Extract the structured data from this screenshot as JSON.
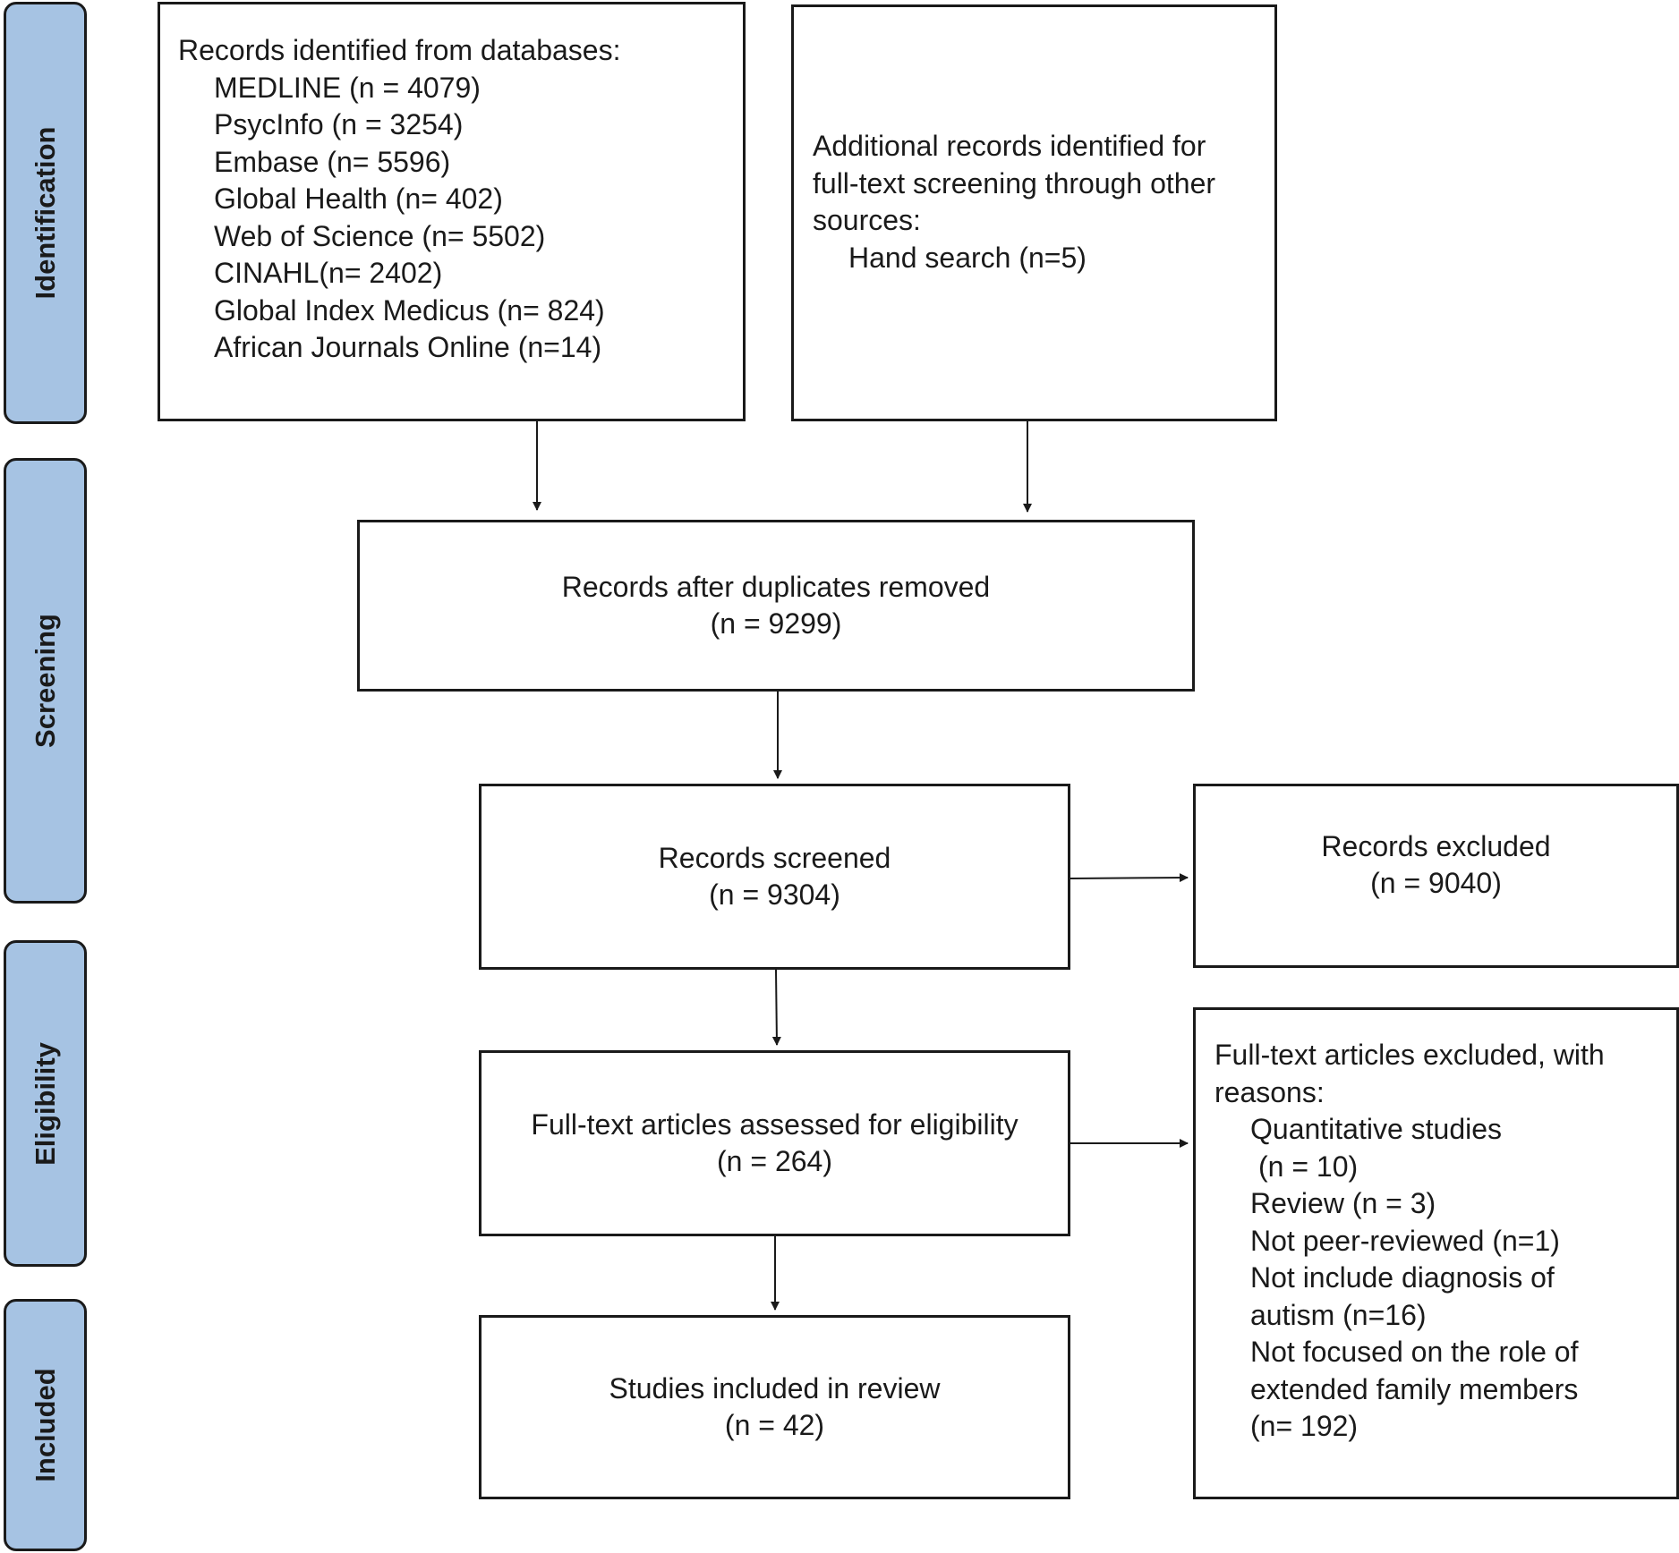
{
  "phases": {
    "identification": "Identification",
    "screening": "Screening",
    "eligibility": "Eligibility",
    "included": "Included"
  },
  "databases": {
    "heading": "Records identified from databases:",
    "items": [
      "MEDLINE (n = 4079)",
      "PsycInfo (n = 3254)",
      "Embase (n= 5596)",
      "Global Health (n= 402)",
      "Web of Science (n= 5502)",
      "CINAHL(n= 2402)",
      "Global Index Medicus (n= 824)",
      "African Journals Online (n=14)"
    ]
  },
  "additional": {
    "lines": [
      "Additional records identified for",
      "full-text screening through other",
      "sources:"
    ],
    "item": "Hand search (n=5)"
  },
  "duplicates": {
    "label": "Records after duplicates removed",
    "count": "(n = 9299)"
  },
  "screened": {
    "label": "Records screened",
    "count": "(n = 9304)"
  },
  "excluded": {
    "label": "Records excluded",
    "count": "(n = 9040)"
  },
  "fulltext": {
    "label": "Full-text articles assessed for eligibility",
    "count": "(n = 264)"
  },
  "included": {
    "label": "Studies included in review",
    "count": "(n = 42)"
  },
  "fulltext_excluded": {
    "lines": [
      "Full-text articles excluded, with",
      "reasons:"
    ],
    "reasons": [
      "Quantitative studies",
      "(n = 10)",
      "Review (n = 3)",
      "Not peer-reviewed (n=1)",
      "Not include diagnosis of",
      "autism (n=16)",
      "Not focused on the role of",
      "extended family members",
      "(n= 192)"
    ]
  },
  "colors": {
    "phase_fill": "#a6c3e3",
    "stroke": "#1a1a1a"
  }
}
